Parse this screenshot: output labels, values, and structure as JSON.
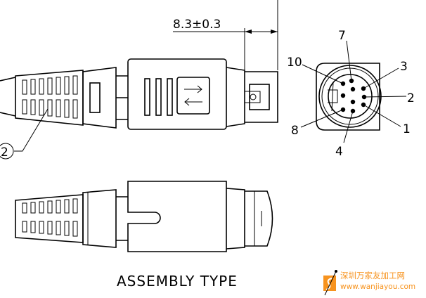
{
  "dimension": {
    "label": "8.3±0.3"
  },
  "callout": {
    "label": "2"
  },
  "pins": {
    "p1": "1",
    "p2": "2",
    "p3": "3",
    "p4": "4",
    "p7": "7",
    "p8": "8",
    "p10": "10"
  },
  "title": "ASSEMBLY TYPE",
  "watermark": {
    "chinese": "深圳万家友加工网",
    "url": "www.wanjiayou.com",
    "color": "#f7931e"
  }
}
